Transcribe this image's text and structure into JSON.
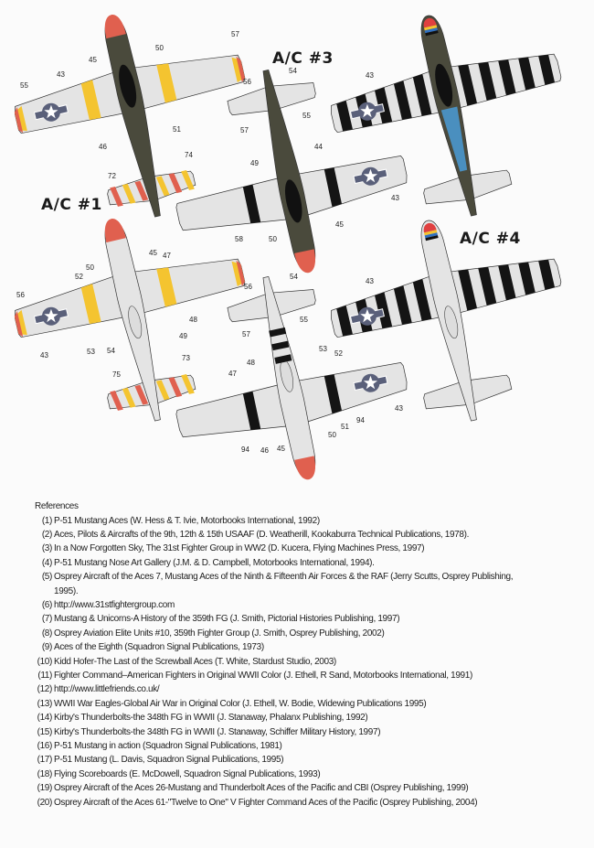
{
  "titles": {
    "ac1": "A/C #1",
    "ac3": "A/C #3",
    "ac4": "A/C #4"
  },
  "colors": {
    "red": "#e0604f",
    "yellow": "#f4c430",
    "black": "#141414",
    "grey": "#e4e4e4",
    "olive": "#4a4a3c",
    "roundel": "#5a607a",
    "blue": "#4aa0e0"
  },
  "callouts": {
    "plane1": [
      "55",
      "43",
      "45",
      "50",
      "57",
      "51",
      "46",
      "72",
      "74"
    ],
    "plane2": [
      "54",
      "56",
      "55",
      "57",
      "44",
      "49",
      "43",
      "45",
      "50"
    ],
    "plane3": [
      "43"
    ],
    "plane4": [
      "58",
      "45",
      "47",
      "50",
      "52",
      "56",
      "48",
      "49",
      "43",
      "53",
      "54",
      "73",
      "75"
    ],
    "plane5": [
      "54",
      "56",
      "55",
      "57",
      "53",
      "52",
      "48",
      "47",
      "43",
      "94",
      "51",
      "50",
      "94",
      "46",
      "45"
    ],
    "plane6": [
      "43"
    ]
  },
  "references": {
    "heading": "References",
    "items": [
      {
        "num": "(1)",
        "text": "P-51 Mustang Aces (W. Hess & T. Ivie, Motorbooks International, 1992)"
      },
      {
        "num": "(2)",
        "text": "Aces, Pilots & Aircrafts of the 9th, 12th & 15th USAAF (D. Weatherill, Kookaburra Technical Publications, 1978)."
      },
      {
        "num": "(3)",
        "text": "In a Now Forgotten Sky, The 31st Fighter Group in WW2 (D. Kucera, Flying Machines Press, 1997)"
      },
      {
        "num": "(4)",
        "text": "P-51 Mustang Nose Art Gallery (J.M. & D. Campbell, Motorbooks International, 1994)."
      },
      {
        "num": "(5)",
        "text": "Osprey Aircraft of the Aces 7, Mustang Aces of the Ninth & Fifteenth Air Forces & the RAF (Jerry Scutts, Osprey Publishing,",
        "cont": "1995)."
      },
      {
        "num": "(6)",
        "text": "http://www.31stfightergroup.com"
      },
      {
        "num": "(7)",
        "text": "Mustang & Unicorns-A History of the 359th FG (J. Smith, Pictorial Histories Publishing, 1997)"
      },
      {
        "num": "(8)",
        "text": "Osprey Aviation Elite Units #10, 359th Fighter Group (J. Smith, Osprey Publishing, 2002)"
      },
      {
        "num": "(9)",
        "text": "Aces of the Eighth (Squadron Signal Publications, 1973)"
      },
      {
        "num": "(10)",
        "text": "Kidd Hofer-The Last of the Screwball Aces (T. White, Stardust Studio, 2003)"
      },
      {
        "num": "(11)",
        "text": "Fighter Command–American Fighters in Original WWII Color (J. Ethell, R Sand, Motorbooks International, 1991)"
      },
      {
        "num": "(12)",
        "text": "http://www.littlefriends.co.uk/"
      },
      {
        "num": "(13)",
        "text": "WWII War Eagles-Global Air War in Original Color (J. Ethell, W. Bodie, Widewing Publications 1995)"
      },
      {
        "num": "(14)",
        "text": "Kirby's Thunderbolts-the 348th FG in WWII (J. Stanaway, Phalanx Publishing, 1992)"
      },
      {
        "num": "(15)",
        "text": "Kirby's Thunderbolts-the 348th FG in WWII (J. Stanaway, Schiffer Military History, 1997)"
      },
      {
        "num": "(16)",
        "text": "P-51 Mustang in action (Squadron Signal Publications, 1981)"
      },
      {
        "num": "(17)",
        "text": "P-51 Mustang (L. Davis, Squadron Signal Publications, 1995)"
      },
      {
        "num": "(18)",
        "text": "Flying Scoreboards (E. McDowell, Squadron Signal Publications, 1993)"
      },
      {
        "num": "(19)",
        "text": "Osprey Aircraft of the Aces 26-Mustang and Thunderbolt Aces of the Pacific and CBI (Osprey Publishing, 1999)"
      },
      {
        "num": "(20)",
        "text": "Osprey Aircraft of the Aces 61-\"Twelve to One\" V Fighter Command Aces of the Pacific (Osprey Publishing, 2004)"
      }
    ]
  }
}
